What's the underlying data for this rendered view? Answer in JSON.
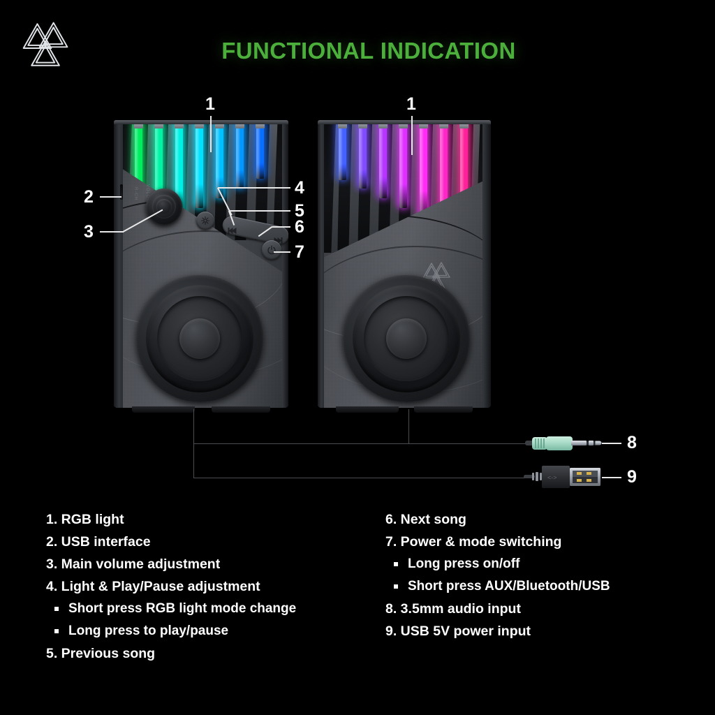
{
  "header": {
    "title": "FUNCTIONAL INDICATION",
    "title_color": "#4CAF3C",
    "logo_name": "valknut-triangle-logo"
  },
  "background_color": "#000000",
  "callouts": [
    {
      "id": "c1L",
      "label": "1",
      "target": "rgb-light-left"
    },
    {
      "id": "c1R",
      "label": "1",
      "target": "rgb-light-right"
    },
    {
      "id": "c2",
      "label": "2",
      "target": "usb-interface"
    },
    {
      "id": "c3",
      "label": "3",
      "target": "volume-knob"
    },
    {
      "id": "c4",
      "label": "4",
      "target": "light-play-pause-button"
    },
    {
      "id": "c5",
      "label": "5",
      "target": "previous-song-button"
    },
    {
      "id": "c6",
      "label": "6",
      "target": "next-song-button"
    },
    {
      "id": "c7",
      "label": "7",
      "target": "power-mode-button"
    },
    {
      "id": "c8",
      "label": "8",
      "target": "aux-3-5mm-plug"
    },
    {
      "id": "c9",
      "label": "9",
      "target": "usb-power-plug"
    }
  ],
  "speakers": {
    "left": {
      "name": "left-speaker",
      "rgb_bar_colors": [
        "#19E06E",
        "#1CE8A8",
        "#20E6DC",
        "#22D8F2",
        "#1FBAF8",
        "#1C93F6",
        "#1C6CEF"
      ],
      "controls": [
        {
          "name": "volume-knob",
          "icon": "rotary-knob"
        },
        {
          "name": "light-play-pause-button",
          "icon": "light-mode-icon"
        },
        {
          "name": "previous-song-button",
          "icon": "previous-track-icon"
        },
        {
          "name": "next-song-button",
          "icon": "next-track-icon"
        },
        {
          "name": "power-mode-button",
          "icon": "power-icon"
        }
      ],
      "side_port": {
        "name": "usb-interface"
      }
    },
    "right": {
      "name": "right-speaker",
      "rgb_bar_colors": [
        "#4A63F2",
        "#7B50F2",
        "#A63FEE",
        "#C73BE6",
        "#E038D8",
        "#F433B4",
        "#FC2E8E"
      ],
      "face_logo": "valknut-triangle-logo"
    }
  },
  "connectors": {
    "aux": {
      "name": "aux-3-5mm-plug",
      "body_color": "#A9DCC8",
      "tip_color": "#C9CED6",
      "label": "8"
    },
    "usb": {
      "name": "usb-power-plug",
      "shell_color": "#2C2E32",
      "contact_color": "#BFC4CB",
      "label": "9"
    }
  },
  "legend": {
    "left_column": [
      {
        "type": "item",
        "text": "1. RGB light"
      },
      {
        "type": "item",
        "text": "2. USB interface"
      },
      {
        "type": "item",
        "text": "3. Main volume adjustment"
      },
      {
        "type": "item",
        "text": "4. Light & Play/Pause adjustment"
      },
      {
        "type": "sub",
        "text": "Short press RGB light mode change"
      },
      {
        "type": "sub",
        "text": "Long press to play/pause"
      },
      {
        "type": "item",
        "text": "5. Previous song"
      }
    ],
    "right_column": [
      {
        "type": "item",
        "text": "6. Next song"
      },
      {
        "type": "item",
        "text": "7. Power & mode switching"
      },
      {
        "type": "sub",
        "text": "Long press on/off"
      },
      {
        "type": "sub",
        "text": "Short press AUX/Bluetooth/USB"
      },
      {
        "type": "item",
        "text": "8. 3.5mm audio input"
      },
      {
        "type": "item",
        "text": "9. USB 5V power input"
      }
    ]
  }
}
